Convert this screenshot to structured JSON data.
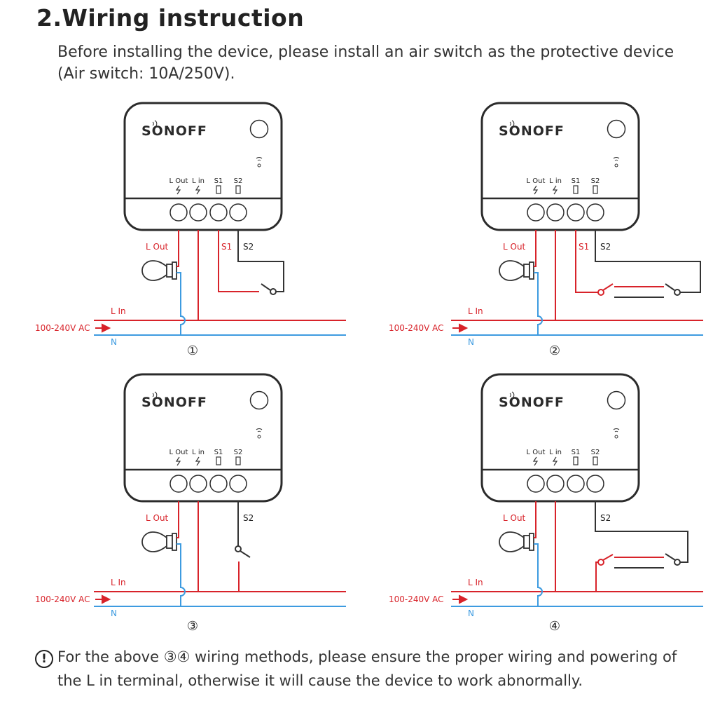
{
  "title": "2.Wiring instruction",
  "intro": {
    "line1": "Before installing the device, please install an air switch as the protective device",
    "line2": "(Air switch: 10A/250V)."
  },
  "device": {
    "logo": "SONOFF",
    "terminals": [
      "L Out",
      "L in",
      "S1",
      "S2"
    ]
  },
  "wire_labels": {
    "l_out": "L Out",
    "s1": "S1",
    "s2": "S2",
    "l_in": "L In",
    "n": "N",
    "supply": "100-240V AC"
  },
  "diagrams": [
    {
      "number": "①",
      "variant": "single-switch-s1-s2"
    },
    {
      "number": "②",
      "variant": "two-way-switch-s1-s2"
    },
    {
      "number": "③",
      "variant": "single-switch-s2-lin"
    },
    {
      "number": "④",
      "variant": "two-way-switch-s2-lin"
    }
  ],
  "note": {
    "icon": "exclamation-circle-icon",
    "icon_glyph": "!",
    "line1": "For the above ③④ wiring methods, please ensure the proper wiring and powering of",
    "line2": "the L in terminal, otherwise it will cause the device to work abnormally."
  },
  "colors": {
    "live": "#d8232a",
    "neutral": "#3d9be0",
    "switch_wire": "#333333",
    "outline": "#2b2b2b"
  }
}
